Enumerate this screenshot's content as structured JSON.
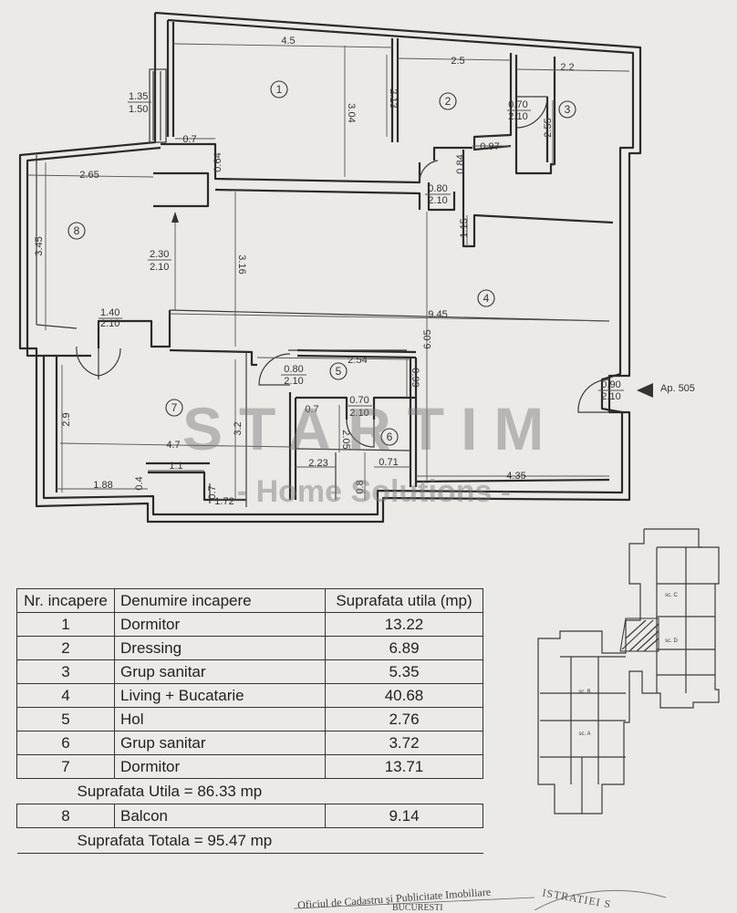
{
  "watermark": {
    "title": "STARTIM",
    "subtitle": "- Home Solutions -"
  },
  "apartment_label": "Ap. 505",
  "rooms": {
    "r1": "1",
    "r2": "2",
    "r3": "3",
    "r4": "4",
    "r5": "5",
    "r6": "6",
    "r7": "7",
    "r8": "8"
  },
  "dims": {
    "d4_5": "4.5",
    "d2_5": "2.5",
    "d2_2": "2.2",
    "d1_35": "1.35",
    "d1_50": "1.50",
    "d2_13": "2.13",
    "d3_04": "3.04",
    "d0_70a": "0.70",
    "d2_10a": "2.10",
    "d2_55": "2.55",
    "d0_7a": "0.7",
    "d0_64": "0.64",
    "d0_97": "0.97",
    "d0_84": "0.84",
    "d2_65": "2.65",
    "d0_80a": "0.80",
    "d2_10b": "2.10",
    "d1_15": "1.15",
    "d3_45": "3.45",
    "d2_30": "2.30",
    "d2_10c": "2.10",
    "d3_16": "3.16",
    "d1_40": "1.40",
    "d2_10d": "2.10",
    "d9_45": "9.45",
    "d6_05": "6.05",
    "d2_54": "2.54",
    "d0_80b": "0.80",
    "d2_10e": "2.10",
    "d0_99": "0.99",
    "d0_90": "0.90",
    "d2_10f": "2.10",
    "d0_7b": "0.7",
    "d0_70b": "0.70",
    "d2_10g": "2.10",
    "d2_9": "2.9",
    "d4_7": "4.7",
    "d3_2": "3.2",
    "d2_05": "2.05",
    "d1_1": "1.1",
    "d2_23": "2.23",
    "d0_71": "0.71",
    "d1_88": "1.88",
    "d0_4": "0.4",
    "d0_7c": "0.7",
    "d1_72": "1.72",
    "d0_8": "0.8",
    "d4_35": "4.35"
  },
  "table": {
    "headers": [
      "Nr. incapere",
      "Denumire incapere",
      "Suprafata utila (mp)"
    ],
    "rows": [
      {
        "nr": "1",
        "name": "Dormitor",
        "area": "13.22"
      },
      {
        "nr": "2",
        "name": "Dressing",
        "area": "6.89"
      },
      {
        "nr": "3",
        "name": "Grup sanitar",
        "area": "5.35"
      },
      {
        "nr": "4",
        "name": "Living + Bucatarie",
        "area": "40.68"
      },
      {
        "nr": "5",
        "name": "Hol",
        "area": "2.76"
      },
      {
        "nr": "6",
        "name": "Grup sanitar",
        "area": "3.72"
      },
      {
        "nr": "7",
        "name": "Dormitor",
        "area": "13.71"
      }
    ],
    "useful_total": "Suprafata Utila =  86.33 mp",
    "balcony": {
      "nr": "8",
      "name": "Balcon",
      "area": "9.14"
    },
    "grand_total": "Suprafata Totala = 95.47 mp"
  },
  "keyplan": {
    "sc_a": "sc. A",
    "sc_b": "sc. B",
    "sc_c": "sc. C",
    "sc_d": "sc. D"
  },
  "stamp": {
    "office": "Oficiul de Cadastru și Publicitate Imobiliare",
    "city": "BUCURESTI",
    "seal": "ISTRATIEI S"
  }
}
